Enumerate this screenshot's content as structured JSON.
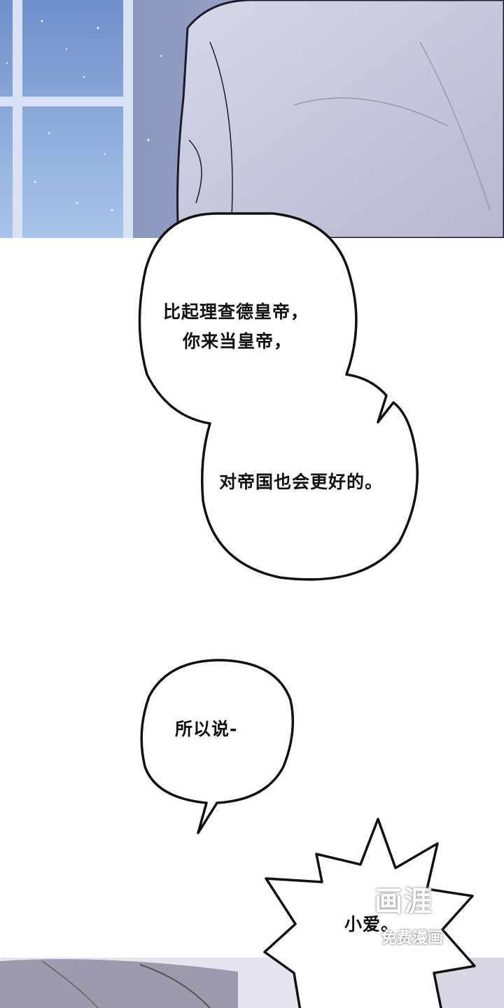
{
  "bubbles": [
    {
      "lines": [
        "比起理查德皇帝，",
        "你来当皇帝，"
      ]
    },
    {
      "lines": [
        "对帝国也会更好的。"
      ]
    },
    {
      "lines": [
        "所以说-"
      ]
    },
    {
      "lines": [
        "小爱。"
      ]
    }
  ],
  "watermark": {
    "logo": "画涯",
    "caption": "免费漫画"
  },
  "colors": {
    "sky": "#8fb0e0",
    "coat": "#c8c8dc",
    "outline": "#111111"
  }
}
